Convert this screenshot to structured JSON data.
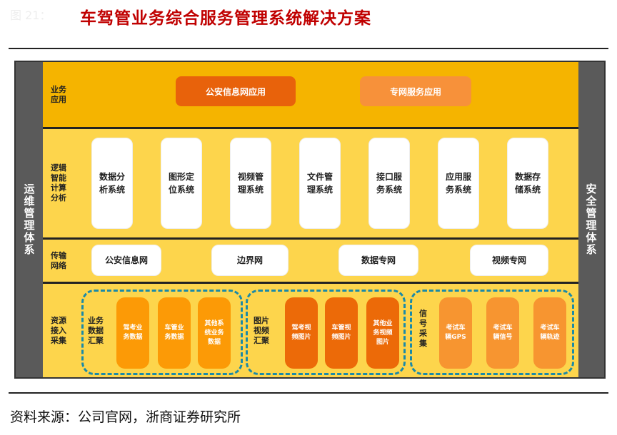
{
  "figure_label": "图 21：",
  "title": "车驾管业务综合服务管理系统解决方案",
  "left_bar": "运维管理体系",
  "right_bar": "安全管理体系",
  "rows": {
    "business": {
      "label": "业务\n应用",
      "items": [
        "公安信息网应用",
        "专网服务应用"
      ]
    },
    "logic": {
      "label": "逻辑\n智能\n计算\n分析",
      "items": [
        "数据分\n析系统",
        "图形定\n位系统",
        "视频管\n理系统",
        "文件管\n理系统",
        "接口服\n务系统",
        "应用服\n务系统",
        "数据存\n储系统"
      ]
    },
    "network": {
      "label": "传输\n网络",
      "items": [
        "公安信息网",
        "边界网",
        "数据专网",
        "视频专网"
      ]
    },
    "resource": {
      "label": "资源\n接入\n采集",
      "groups": [
        {
          "label": "业务\n数据\n汇聚",
          "items": [
            "驾考业\n务数据",
            "车管业\n务数据",
            "其他系\n统业务\n数据"
          ]
        },
        {
          "label": "图片\n视频\n汇聚",
          "items": [
            "驾考视\n频图片",
            "车管视\n频图片",
            "其他业\n务视频\n图片"
          ]
        },
        {
          "label": "信\n号\n采\n集",
          "items": [
            "考试车\n辆GPS",
            "考试车\n辆信号",
            "考试车\n辆轨迹"
          ]
        }
      ]
    }
  },
  "source": "资料来源：公司官网，浙商证券研究所",
  "colors": {
    "title": "#c00000",
    "row_top": "#f5b400",
    "row": "#fdd54c",
    "dash": "#1a8aa8"
  }
}
